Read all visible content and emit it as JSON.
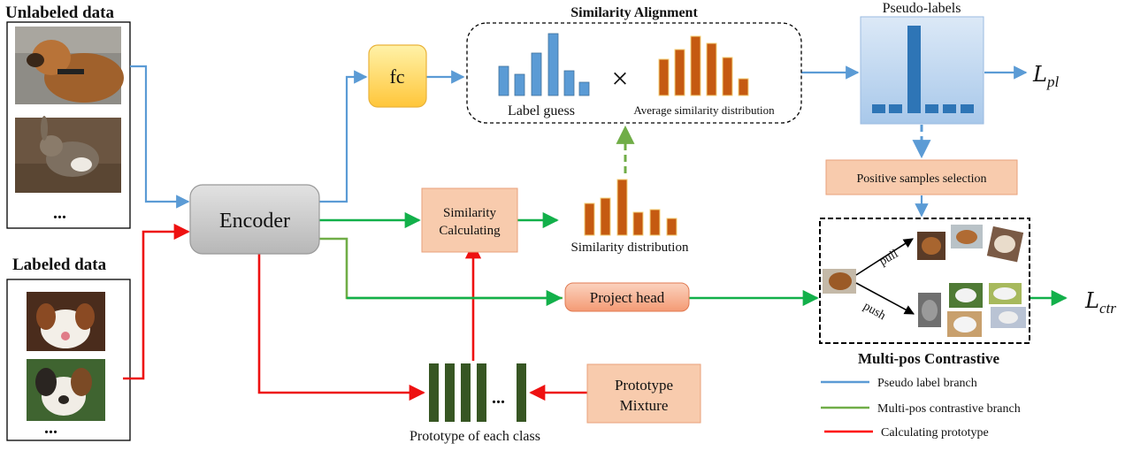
{
  "titles": {
    "unlabeled": "Unlabeled data",
    "labeled": "Labeled data",
    "similarity_alignment": "Similarity Alignment",
    "pseudo_labels": "Pseudo-labels",
    "multi_pos": "Multi-pos Contrastive"
  },
  "nodes": {
    "encoder": "Encoder",
    "fc": "fc",
    "similarity_calc_line1": "Similarity",
    "similarity_calc_line2": "Calculating",
    "project_head": "Project head",
    "prototype_mixture_line1": "Prototype",
    "prototype_mixture_line2": "Mixture",
    "positive_selection": "Positive samples selection"
  },
  "labels": {
    "label_guess": "Label guess",
    "avg_similarity": "Average similarity distribution",
    "similarity_distribution": "Similarity distribution",
    "prototype_each_class": "Prototype of each class",
    "pull": "pull",
    "push": "push",
    "ellipsis": "...",
    "times": "×",
    "loss_pl_main": "L",
    "loss_pl_sub": "pl",
    "loss_ctr_main": "L",
    "loss_ctr_sub": "ctr"
  },
  "legend": [
    {
      "label": "Pseudo label branch",
      "color": "#5b9bd5"
    },
    {
      "label": "Multi-pos contrastive branch",
      "color": "#70ad47"
    },
    {
      "label": "Calculating prototype",
      "color": "#ff0000"
    }
  ],
  "colors": {
    "blue_flow": "#5b9bd5",
    "green_flow": "#12b04a",
    "red_flow": "#ee1111",
    "blue_bars": "#5b9bd5",
    "orange_bars": "#c55a11",
    "prototype_bars": "#375623"
  }
}
